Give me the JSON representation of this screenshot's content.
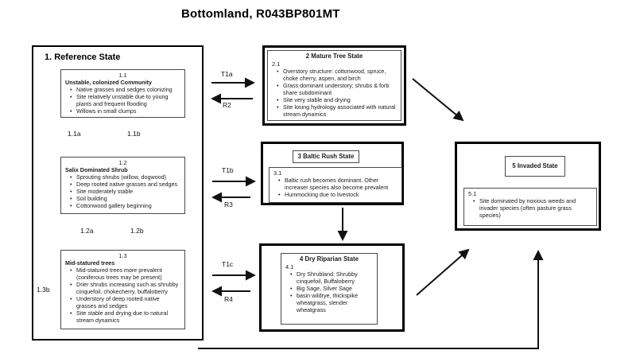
{
  "title": "Bottomland, R043BP801MT",
  "reference_state": {
    "label": "1. Reference State",
    "communities": [
      {
        "id": "1.1",
        "name": "Unstable, colonized Community",
        "bullets": [
          "Native grasses and sedges colonizing",
          "Site relatively unstable due to young plants and frequent flooding",
          "Willows in small clumps"
        ]
      },
      {
        "id": "1.2",
        "name": "Salix Dominated Shrub",
        "bullets": [
          "Sprouting shrubs (willow, dogwood)",
          "Deep rooted native grasses and sedges",
          "Site moderately stable",
          "Soil building",
          "Cottonwood gallery beginning"
        ]
      },
      {
        "id": "1.3",
        "name": "Mid-statured trees",
        "bullets": [
          "Mid-statured trees more prevalent (coniferous trees may be present)",
          "Drier shrubs increasing such as shrubby cinquefoil, chokecherry, buffaloberry",
          "Understory of deep rooted native grasses and sedges",
          "Site stable and drying due to natural stream dynamics"
        ]
      }
    ],
    "pathways": {
      "p11a": "1.1a",
      "p11b": "1.1b",
      "p12a": "1.2a",
      "p12b": "1.2b",
      "p13b": "1.3b"
    }
  },
  "states": [
    {
      "id": "2.1",
      "title": "2 Mature Tree State",
      "bullets": [
        "Overstory structure: cottonwood, spruce, choke cherry, aspen, and birch",
        "Grass dominant understory; shrubs & forb share subdominant",
        "Site very stable and drying",
        "Site losing hydrology associated with natural stream dynamics"
      ]
    },
    {
      "id": "3.1",
      "title": "3 Baltic Rush State",
      "bullets": [
        "Baltic rush becomes dominant. Other increaser species also become prevalent",
        "Hummocking due to livestock"
      ]
    },
    {
      "id": "4.1",
      "title": "4 Dry Riparian State",
      "bullets": [
        "Dry Shrubland: Shrubby cinquefoil, Buffaloberry",
        "Big Sage, Silver Sage",
        "basin wildrye, thickspike wheatgrass, slender wheatgrass"
      ]
    },
    {
      "id": "5.1",
      "title": "5 Invaded State",
      "bullets": [
        "Site dominated by noxious weeds and invader species (often pasture grass species)"
      ]
    }
  ],
  "transitions": {
    "t1a": "T1a",
    "r2": "R2",
    "t1b": "T1b",
    "r3": "R3",
    "t1c": "T1c",
    "r4": "R4"
  }
}
